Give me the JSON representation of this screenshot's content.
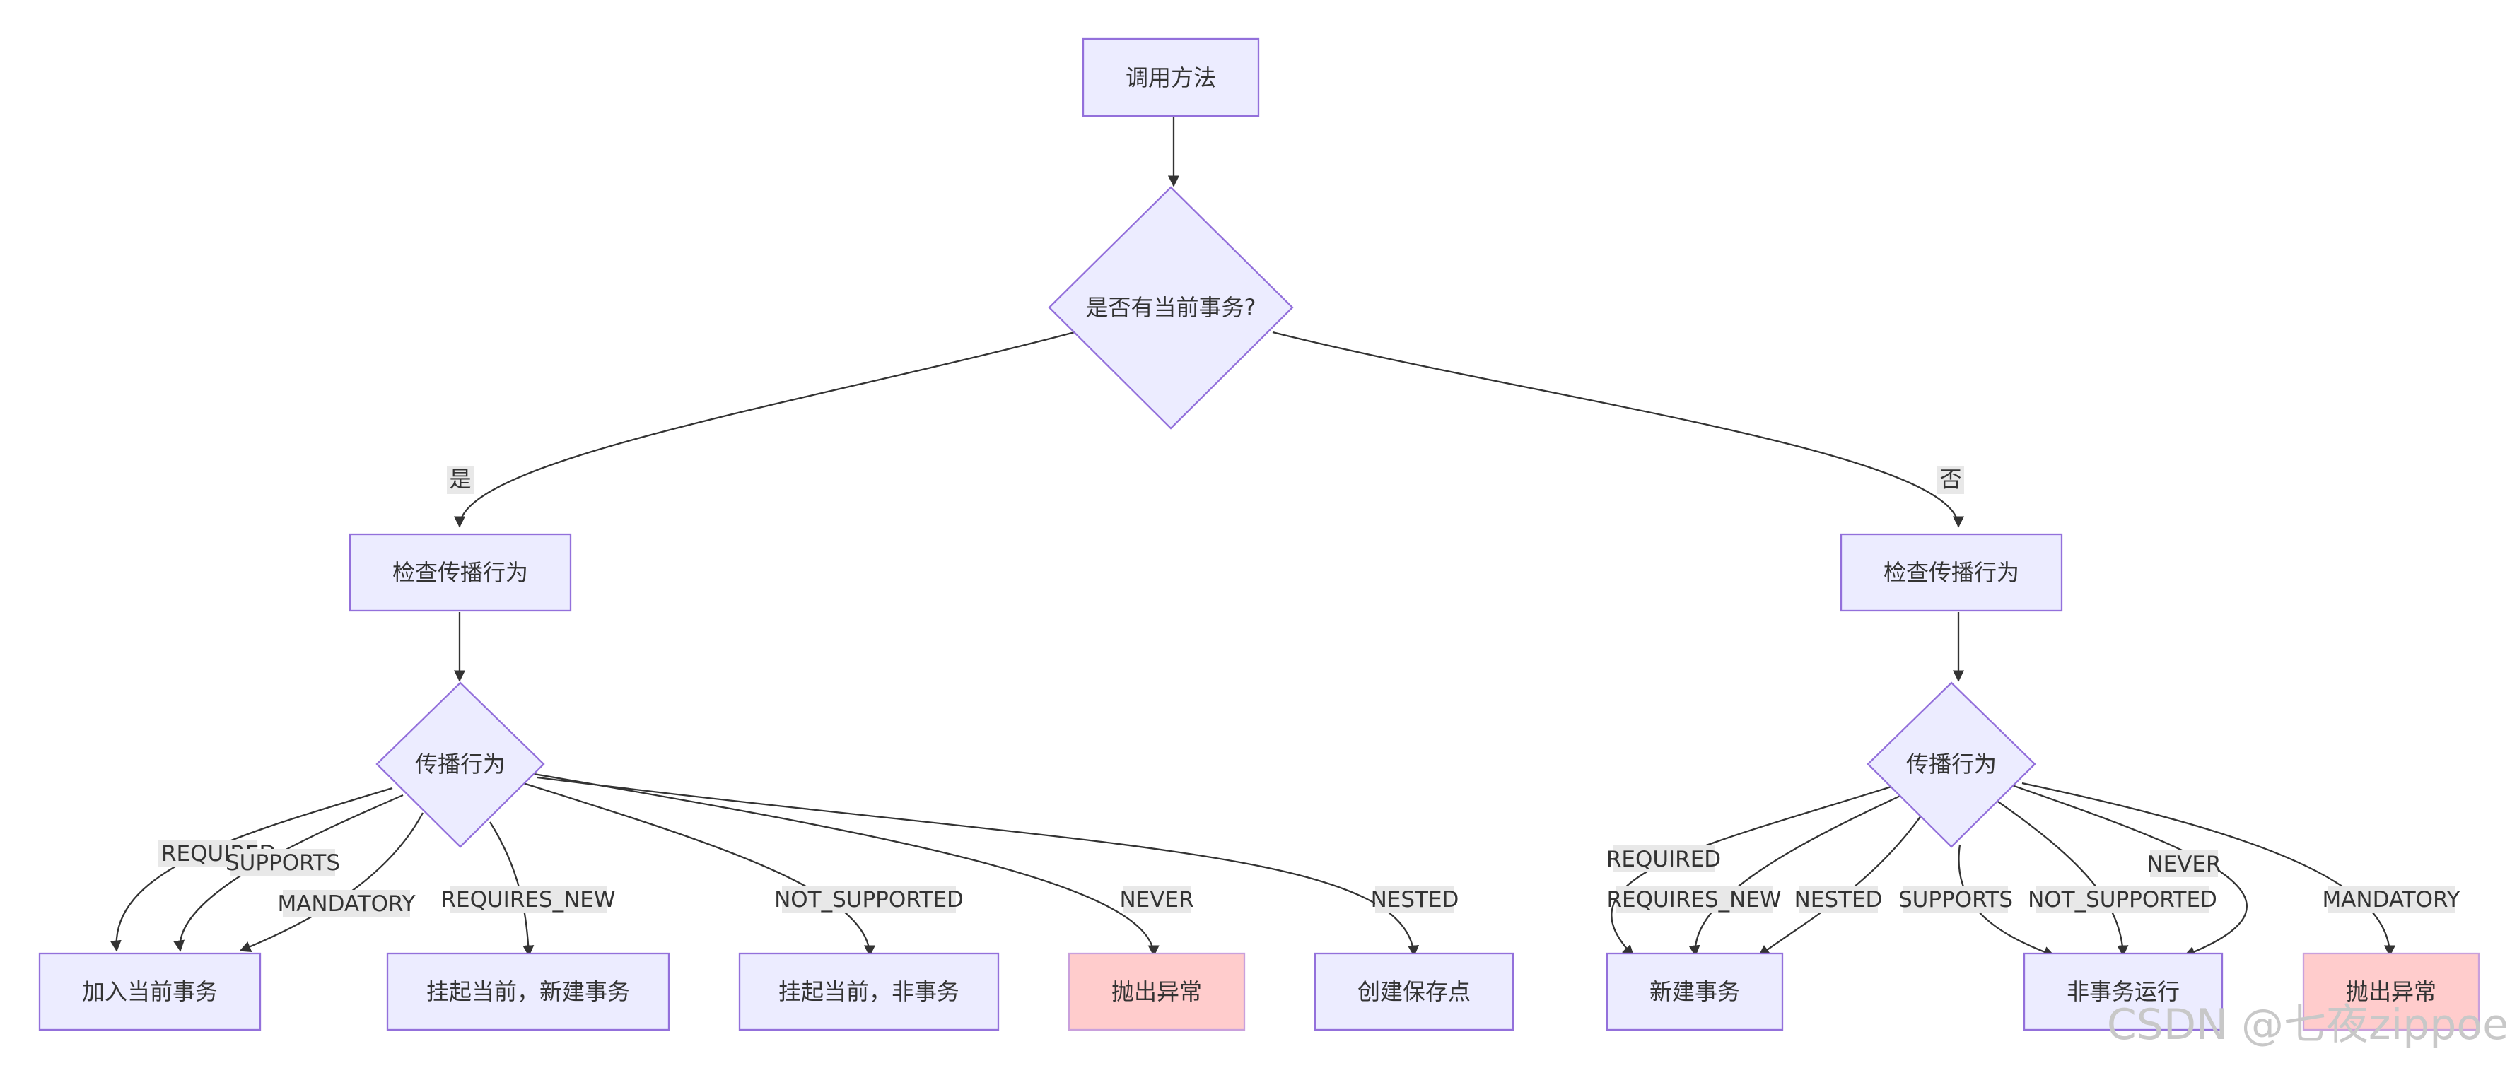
{
  "nodes": {
    "call": "调用方法",
    "has_tx": "是否有当前事务?",
    "check_left": "检查传播行为",
    "check_right": "检查传播行为",
    "prop_left": "传播行为",
    "prop_right": "传播行为",
    "join": "加入当前事务",
    "suspend_new": "挂起当前，新建事务",
    "suspend_non": "挂起当前，非事务",
    "throw_left": "抛出异常",
    "savepoint": "创建保存点",
    "new_tx": "新建事务",
    "non_tx": "非事务运行",
    "throw_right": "抛出异常"
  },
  "edge_labels": {
    "yes": "是",
    "no": "否",
    "l_required": "REQUIRED",
    "l_supports": "SUPPORTS",
    "l_mandatory": "MANDATORY",
    "l_requires_new": "REQUIRES_NEW",
    "l_not_supported": "NOT_SUPPORTED",
    "l_never": "NEVER",
    "l_nested": "NESTED",
    "r_required": "REQUIRED",
    "r_requires_new": "REQUIRES_NEW",
    "r_nested": "NESTED",
    "r_supports": "SUPPORTS",
    "r_not_supported": "NOT_SUPPORTED",
    "r_never": "NEVER",
    "r_mandatory": "MANDATORY"
  },
  "watermark": "CSDN @七夜zippoe",
  "colors": {
    "node_fill": "#ECECFF",
    "node_stroke": "#9370DB",
    "error_fill": "#FFCCCC",
    "edge": "#333333",
    "label_bg": "#E8E8E8"
  }
}
